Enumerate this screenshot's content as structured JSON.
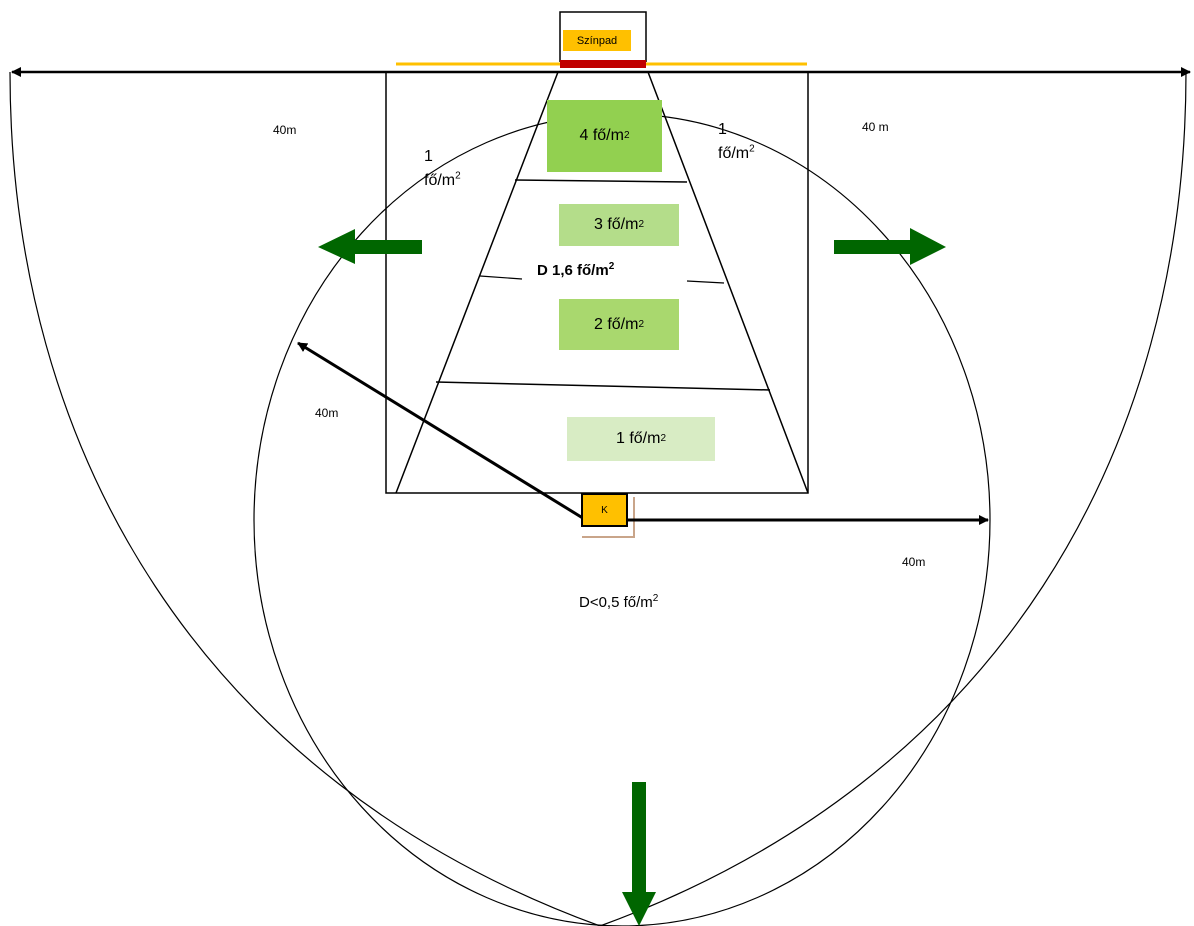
{
  "stage": {
    "label": "Színpad"
  },
  "kiosk": {
    "label": "K"
  },
  "zones": [
    {
      "text": "4 fő/m",
      "sup": "2",
      "color": "#92d050"
    },
    {
      "text": "3 fő/m",
      "sup": "2",
      "color": "#b4dd8a"
    },
    {
      "text": "2 fő/m",
      "sup": "2",
      "color": "#a9d86e"
    },
    {
      "text": "1 fő/m",
      "sup": "2",
      "color": "#d8ecc4"
    }
  ],
  "average_density": {
    "text": "D 1,6 fő/m",
    "sup": "2"
  },
  "side_density_left": {
    "line1": "1",
    "line2": "fő/m",
    "sup": "2"
  },
  "side_density_right": {
    "line1": "1",
    "line2": "fő/m",
    "sup": "2"
  },
  "outer_density": {
    "text": "D<0,5 fő/m",
    "sup": "2"
  },
  "distances": {
    "top_left": "40m",
    "top_right": "40 m",
    "radius_diagonal": "40m",
    "radius_right": "40m"
  },
  "colors": {
    "exit_arrow": "#006600",
    "stage_front": "#c00000",
    "stage_line": "#ffc000",
    "kiosk_outline": "#c9a58a"
  }
}
